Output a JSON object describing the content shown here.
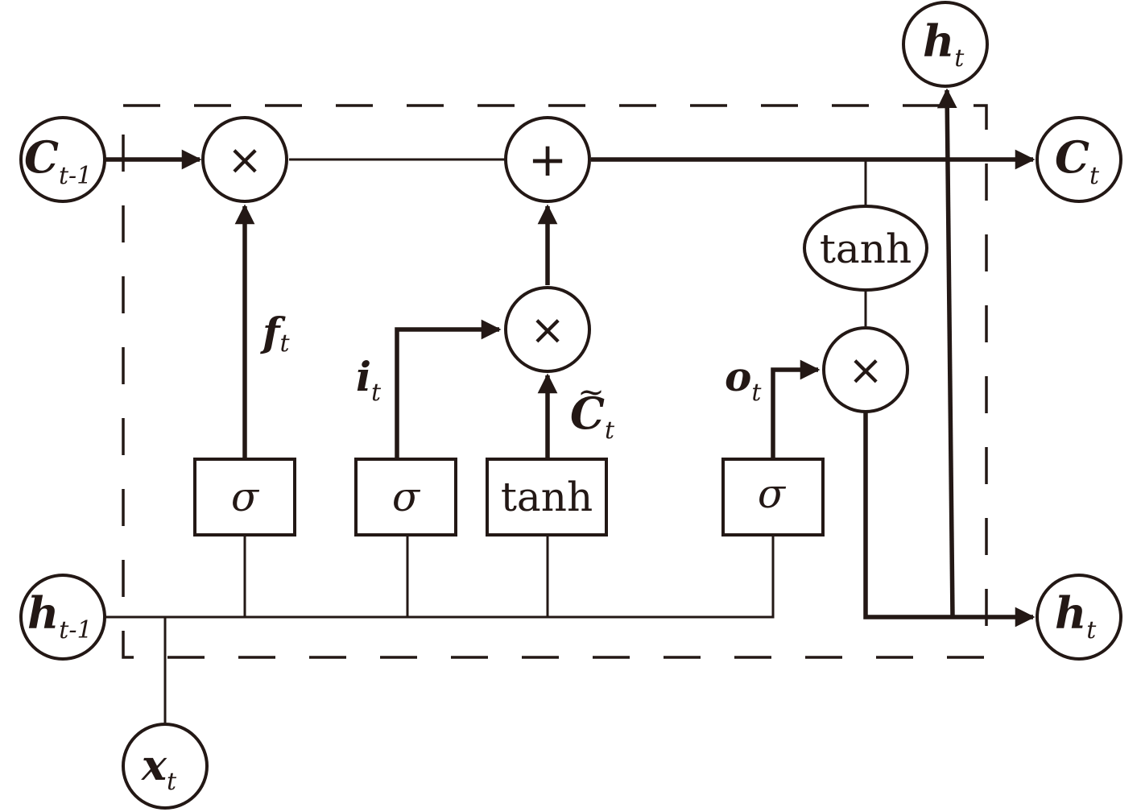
{
  "diagram": {
    "title": "LSTM cell",
    "nodes": {
      "c_prev": {
        "main": "C",
        "sub": "t-1"
      },
      "h_prev": {
        "main": "h",
        "sub": "t-1"
      },
      "x_t": {
        "main": "x",
        "sub": "t"
      },
      "c_t": {
        "main": "C",
        "sub": "t"
      },
      "h_t_right": {
        "main": "h",
        "sub": "t"
      },
      "h_t_top": {
        "main": "h",
        "sub": "t"
      }
    },
    "operators": {
      "forget_mul": "×",
      "add": "+",
      "input_mul": "×",
      "output_mul": "×"
    },
    "gates": {
      "forget_sigma": "σ",
      "input_sigma": "σ",
      "candidate_tanh": "tanh",
      "output_sigma": "σ",
      "cell_tanh": "tanh"
    },
    "labels": {
      "f_t": {
        "main": "f",
        "sub": "t"
      },
      "i_t": {
        "main": "i",
        "sub": "t"
      },
      "c_tilde": {
        "main": "C",
        "sub": "t",
        "accent": "~"
      },
      "o_t": {
        "main": "o",
        "sub": "t"
      }
    }
  }
}
